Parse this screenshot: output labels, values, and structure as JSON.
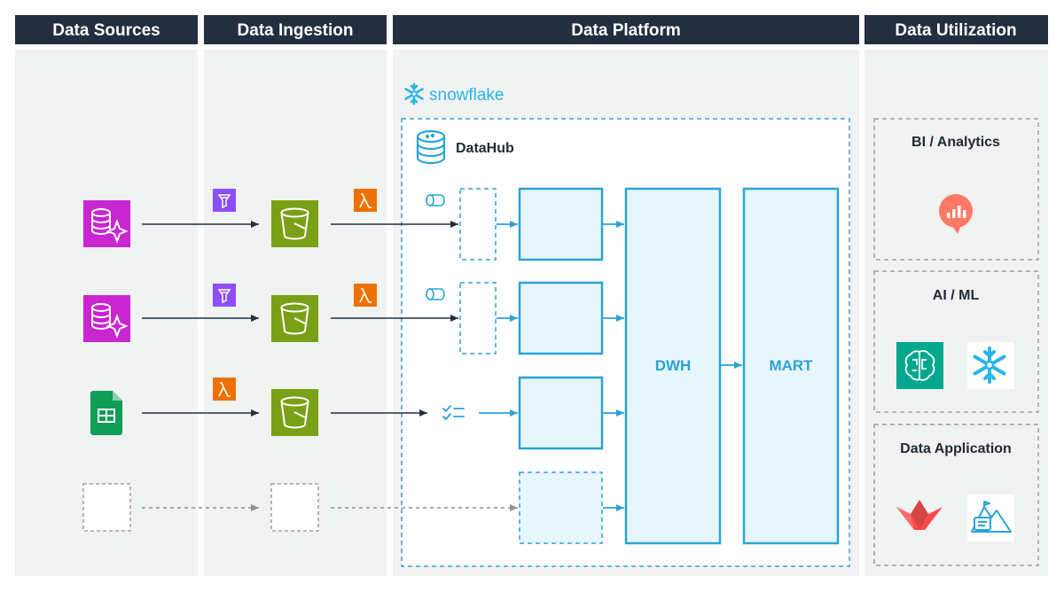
{
  "columns": {
    "sources": "Data Sources",
    "ingestion": "Data Ingestion",
    "platform": "Data Platform",
    "utilization": "Data Utilization"
  },
  "platform": {
    "vendor_logo": "snowflake",
    "datahub_label": "DataHub",
    "dwh_label": "DWH",
    "mart_label": "MART"
  },
  "utilization": {
    "bi_label": "BI / Analytics",
    "aiml_label": "AI / ML",
    "app_label": "Data Application"
  },
  "icons": {
    "db_source": "aurora-database-icon",
    "sheet_source": "google-sheets-icon",
    "bucket": "s3-bucket-icon",
    "lambda": "lambda-icon",
    "filter": "glue-filter-icon",
    "stage": "stage-cylinder-icon",
    "tasks": "task-list-icon",
    "bi_tool": "redash-icon",
    "ml_tool": "sagemaker-icon",
    "snowflake_ml": "snowflake-icon",
    "streamlit": "streamlit-icon",
    "app_tool": "data-app-icon"
  },
  "colors": {
    "header_bg": "#232f3e",
    "column_bg": "#f1f2f2",
    "db_purple": "#c925d1",
    "s3_green": "#7aa116",
    "lambda_orange": "#ed7100",
    "filter_purple": "#8c4fff",
    "snowflake_blue": "#29b5e8",
    "box_blue": "#2aa3d6",
    "box_fill": "#e6f6fb",
    "sheets_green": "#0f9d58",
    "redash_red": "#ff7964",
    "sagemaker_teal": "#01a88d",
    "streamlit_red": "#ff4b4b"
  }
}
